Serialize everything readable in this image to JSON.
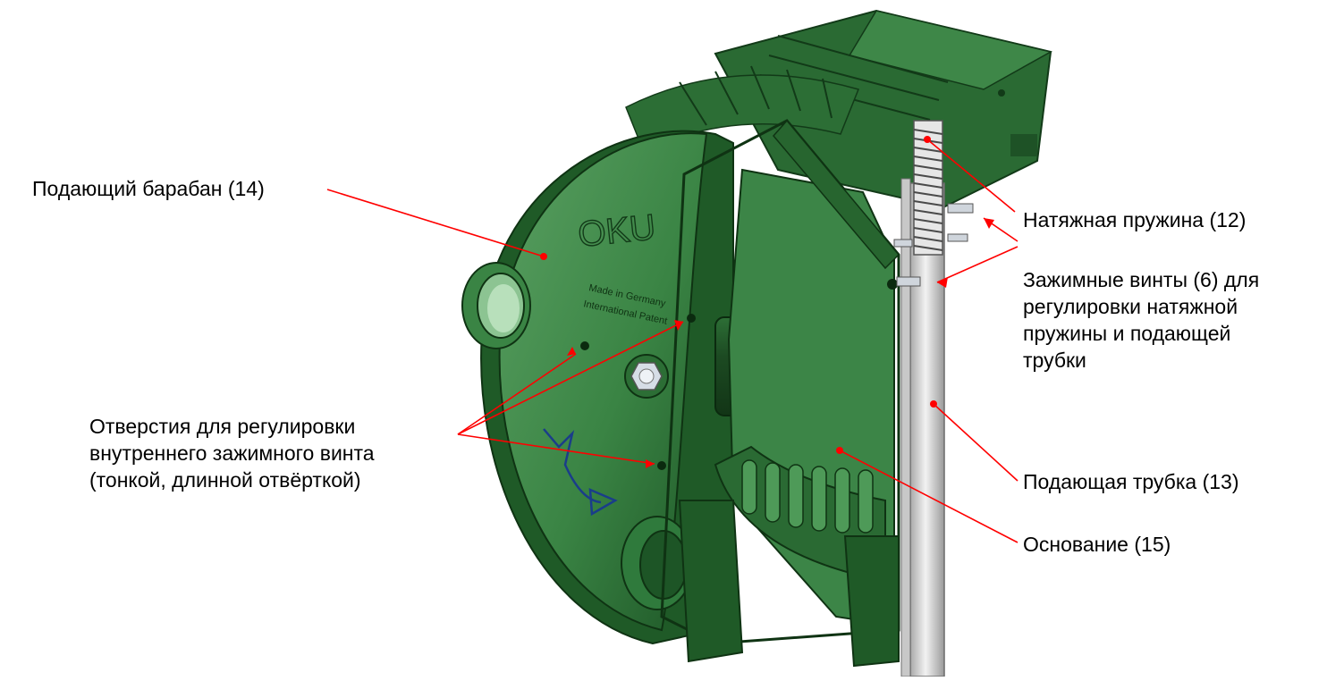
{
  "product": {
    "logo_text": "OKU",
    "imprint_line1": "Made in Germany",
    "imprint_line2": "International Patent"
  },
  "colors": {
    "body_dark": "#1f5a2a",
    "body_mid": "#2f7a3c",
    "body_light": "#4d9a58",
    "tube": "#dcdcdc",
    "leader": "#ff0000"
  },
  "callouts": {
    "drum": "Подающий барабан (14)",
    "holes": [
      "Отверстия для регулировки",
      "внутреннего зажимного винта",
      "(тонкой, длинной отвёрткой)"
    ],
    "spring": "Натяжная пружина (12)",
    "screws": [
      "Зажимные винты (6) для",
      "регулировки натяжной",
      "пружины и подающей",
      "трубки"
    ],
    "tube": "Подающая трубка (13)",
    "base": "Основание (15)"
  }
}
